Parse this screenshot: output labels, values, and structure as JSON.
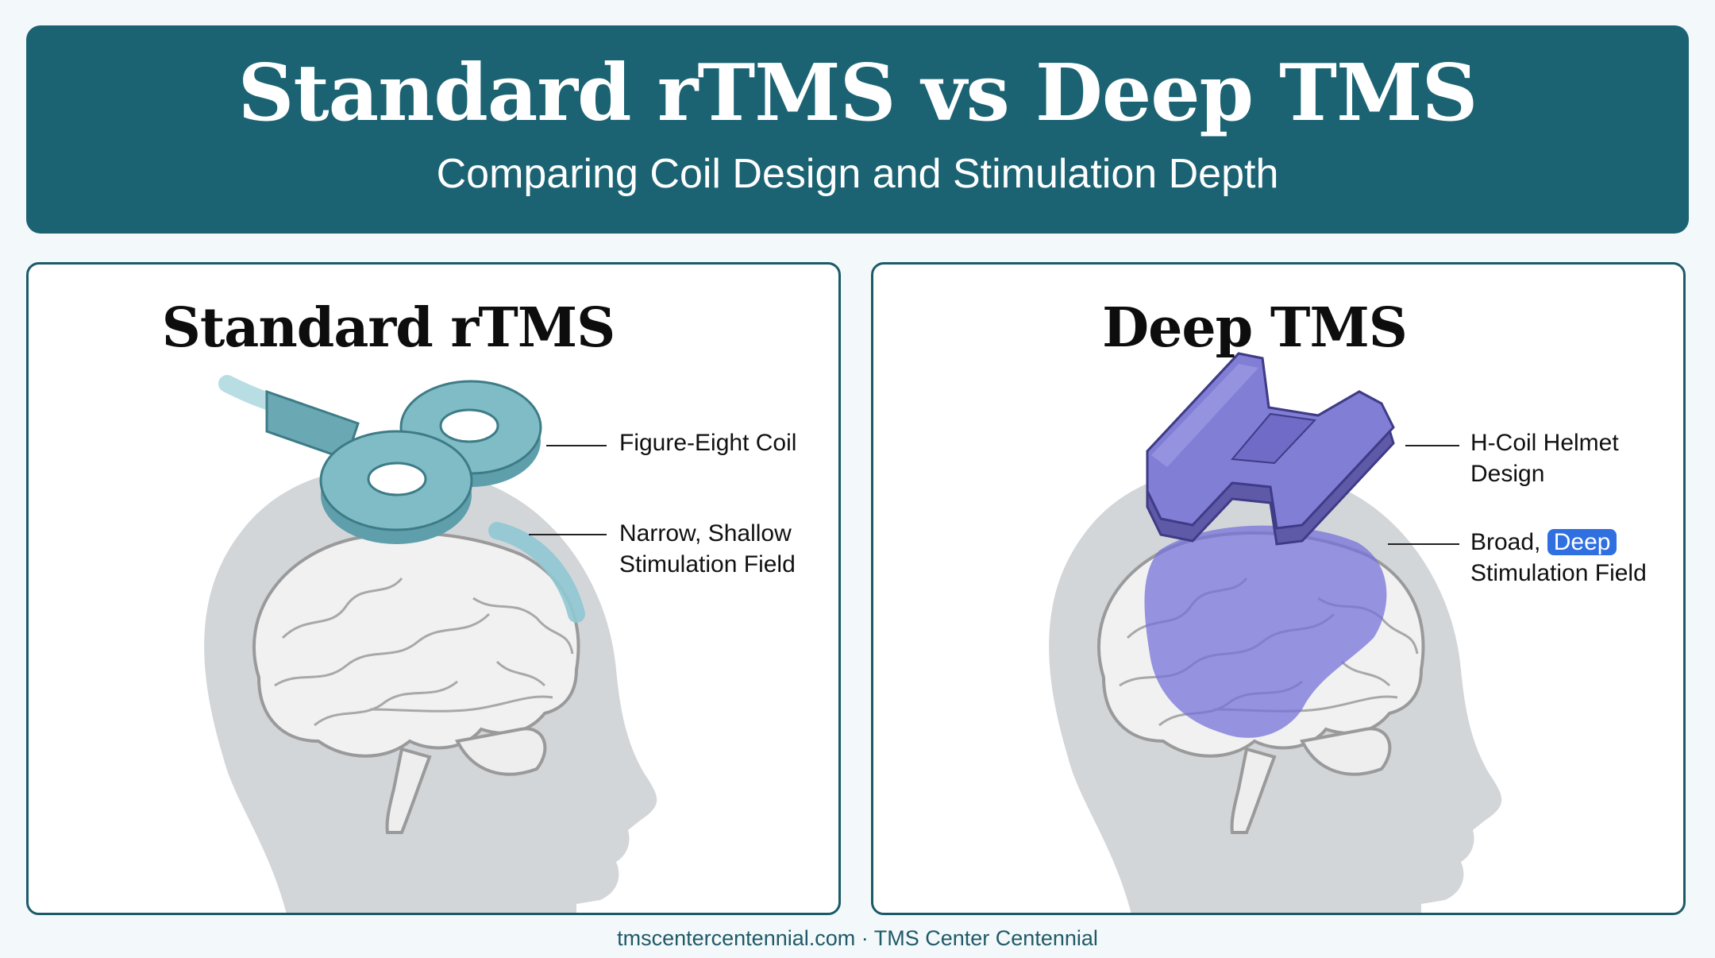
{
  "header": {
    "title": "Standard rTMS vs Deep TMS",
    "subtitle": "Comparing Coil Design and Stimulation Depth"
  },
  "panels": {
    "standard": {
      "title": "Standard rTMS",
      "coil_label": "Figure-Eight Coil",
      "field_label_line1": "Narrow, Shallow",
      "field_label_line2": "Stimulation Field",
      "coil_color": "#7bb7c2"
    },
    "deep": {
      "title": "Deep TMS",
      "coil_label_line1": "H-Coil Helmet",
      "coil_label_line2": "Design",
      "field_label_prefix": "Broad,",
      "field_label_highlight": "Deep",
      "field_label_line2": "Stimulation Field",
      "coil_color": "#7b78cf"
    }
  },
  "footer": "tmscentercentennial.com · TMS Center Centennial",
  "colors": {
    "header_bg": "#1b6373",
    "panel_border": "#1b5b68",
    "head": "#d2d6d9",
    "brain": "#f2f2f2",
    "highlight": "#2f6fe0"
  }
}
